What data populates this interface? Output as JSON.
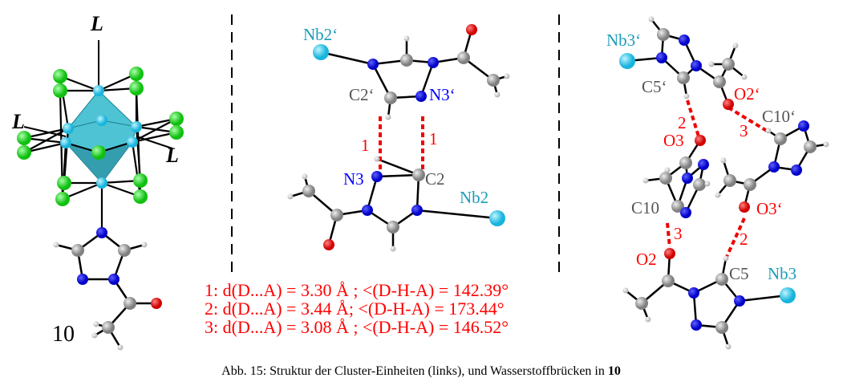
{
  "colors": {
    "niobium": "#33ccee",
    "chlorine": "#22dd22",
    "nitrogen": "#0000ee",
    "carbon": "#999999",
    "oxygen": "#ee0000",
    "hydrogen": "#dddddd",
    "hbond": "#ee0000",
    "octahedron": "#2fb8cc"
  },
  "left_panel": {
    "ligand_label": "L",
    "compound_number": "10"
  },
  "middle_panel": {
    "labels": {
      "nb2p": "Nb2‘",
      "c2p": "C2‘",
      "n3p": "N3‘",
      "n3": "N3",
      "c2": "C2",
      "nb2": "Nb2",
      "hb1a": "1",
      "hb1b": "1"
    }
  },
  "right_panel": {
    "labels": {
      "nb3p": "Nb3‘",
      "c5p": "C5‘",
      "o2p": "O2‘",
      "c10p": "C10‘",
      "o3": "O3",
      "c10": "C10",
      "o3p": "O3‘",
      "o2": "O2",
      "c5": "C5",
      "nb3": "Nb3",
      "hb2a": "2",
      "hb3a": "3",
      "hb3b": "3",
      "hb2b": "2"
    }
  },
  "hbond_table": [
    "1: d(D...A) = 3.30 Å ; <(D-H-A) = 142.39°",
    "2: d(D...A) = 3.44 Å; <(D-H-A) = 173.44°",
    "3: d(D...A) = 3.08 Å ; <(D-H-A) = 146.52°"
  ],
  "caption": {
    "prefix": "Abb. 15: Struktur der Cluster-Einheiten (links), und Wasserstoffbrücken in ",
    "bold": "10"
  }
}
